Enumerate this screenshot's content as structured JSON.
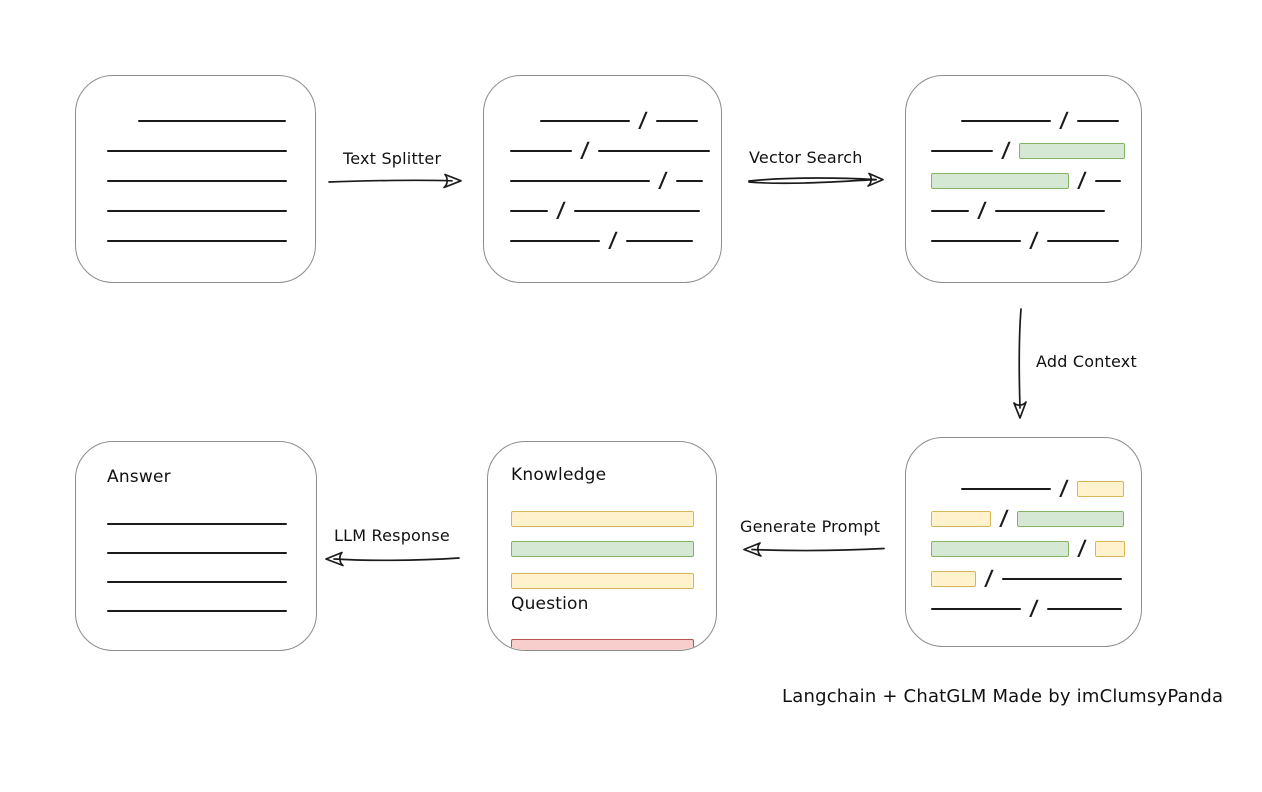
{
  "colors": {
    "box_stroke": "#8c8c8c",
    "line": "#1b1b1b",
    "green_fill": "#d5e8d4",
    "green_stroke": "#82b366",
    "yellow_fill": "#fff2cc",
    "yellow_stroke": "#d6b656",
    "red_fill": "#f8cecc",
    "red_stroke": "#b85450"
  },
  "glyphs": {
    "slash": "/"
  },
  "labels": {
    "text_splitter": "Text Splitter",
    "vector_search": "Vector Search",
    "add_context": "Add Context",
    "generate_prompt": "Generate Prompt",
    "llm_response": "LLM Response",
    "caption": "Langchain + ChatGLM Made by imClumsyPanda"
  },
  "boxes": {
    "document": {
      "rows": [
        {
          "indent": 31,
          "segs": [
            {
              "t": "line",
              "w": 148
            }
          ]
        },
        {
          "segs": [
            {
              "t": "line",
              "w": 180
            }
          ]
        },
        {
          "segs": [
            {
              "t": "line",
              "w": 180
            }
          ]
        },
        {
          "segs": [
            {
              "t": "line",
              "w": 180
            }
          ]
        },
        {
          "segs": [
            {
              "t": "line",
              "w": 180
            }
          ]
        }
      ]
    },
    "chunks": {
      "rows": [
        {
          "indent": 30,
          "segs": [
            {
              "t": "line",
              "w": 90
            },
            {
              "t": "slash"
            },
            {
              "t": "line",
              "w": 42
            }
          ]
        },
        {
          "segs": [
            {
              "t": "line",
              "w": 62
            },
            {
              "t": "slash"
            },
            {
              "t": "line",
              "w": 112
            }
          ]
        },
        {
          "segs": [
            {
              "t": "line",
              "w": 140
            },
            {
              "t": "slash"
            },
            {
              "t": "line",
              "w": 27
            }
          ]
        },
        {
          "segs": [
            {
              "t": "line",
              "w": 38
            },
            {
              "t": "slash"
            },
            {
              "t": "line",
              "w": 126
            }
          ]
        },
        {
          "segs": [
            {
              "t": "line",
              "w": 90
            },
            {
              "t": "slash"
            },
            {
              "t": "line",
              "w": 67
            }
          ]
        }
      ]
    },
    "search_result": {
      "rows": [
        {
          "indent": 30,
          "segs": [
            {
              "t": "line",
              "w": 90
            },
            {
              "t": "slash"
            },
            {
              "t": "line",
              "w": 42
            }
          ]
        },
        {
          "segs": [
            {
              "t": "line",
              "w": 62
            },
            {
              "t": "slash"
            },
            {
              "t": "rect",
              "c": "green",
              "w": 106
            }
          ]
        },
        {
          "segs": [
            {
              "t": "rect",
              "c": "green",
              "w": 138
            },
            {
              "t": "slash"
            },
            {
              "t": "line",
              "w": 26
            }
          ]
        },
        {
          "segs": [
            {
              "t": "line",
              "w": 38
            },
            {
              "t": "slash"
            },
            {
              "t": "line",
              "w": 110
            }
          ]
        },
        {
          "segs": [
            {
              "t": "line",
              "w": 90
            },
            {
              "t": "slash"
            },
            {
              "t": "line",
              "w": 72
            }
          ]
        }
      ]
    },
    "context": {
      "rows": [
        {
          "indent": 30,
          "segs": [
            {
              "t": "line",
              "w": 90
            },
            {
              "t": "slash"
            },
            {
              "t": "rect",
              "c": "yellow",
              "w": 47
            }
          ]
        },
        {
          "segs": [
            {
              "t": "rect",
              "c": "yellow",
              "w": 60
            },
            {
              "t": "slash"
            },
            {
              "t": "rect",
              "c": "green",
              "w": 107
            }
          ]
        },
        {
          "segs": [
            {
              "t": "rect",
              "c": "green",
              "w": 138
            },
            {
              "t": "slash"
            },
            {
              "t": "rect",
              "c": "yellow",
              "w": 30
            }
          ]
        },
        {
          "segs": [
            {
              "t": "rect",
              "c": "yellow",
              "w": 45
            },
            {
              "t": "slash"
            },
            {
              "t": "line",
              "w": 120
            }
          ]
        },
        {
          "segs": [
            {
              "t": "line",
              "w": 90
            },
            {
              "t": "slash"
            },
            {
              "t": "line",
              "w": 75
            }
          ]
        }
      ]
    },
    "prompt": {
      "rows": [
        {
          "h": 38,
          "segs": [
            {
              "t": "label",
              "v": "Knowledge"
            }
          ]
        },
        {
          "h": 30,
          "segs": [
            {
              "t": "rect",
              "c": "yellow",
              "w": 183
            }
          ]
        },
        {
          "h": 30,
          "segs": [
            {
              "t": "rect",
              "c": "green",
              "w": 183
            }
          ]
        },
        {
          "h": 32,
          "segs": [
            {
              "t": "rect",
              "c": "yellow",
              "w": 183
            }
          ]
        },
        {
          "h": 36,
          "segs": [
            {
              "t": "label",
              "v": "Question"
            }
          ]
        },
        {
          "h": 30,
          "segs": [
            {
              "t": "rect",
              "c": "red",
              "w": 183
            }
          ]
        }
      ]
    },
    "answer": {
      "rows": [
        {
          "h": 46,
          "segs": [
            {
              "t": "label",
              "v": "Answer"
            }
          ]
        },
        {
          "h": 29,
          "segs": [
            {
              "t": "line",
              "w": 180
            }
          ]
        },
        {
          "h": 29,
          "segs": [
            {
              "t": "line",
              "w": 180
            }
          ]
        },
        {
          "h": 29,
          "segs": [
            {
              "t": "line",
              "w": 180
            }
          ]
        },
        {
          "h": 29,
          "segs": [
            {
              "t": "line",
              "w": 180
            }
          ]
        }
      ]
    }
  }
}
